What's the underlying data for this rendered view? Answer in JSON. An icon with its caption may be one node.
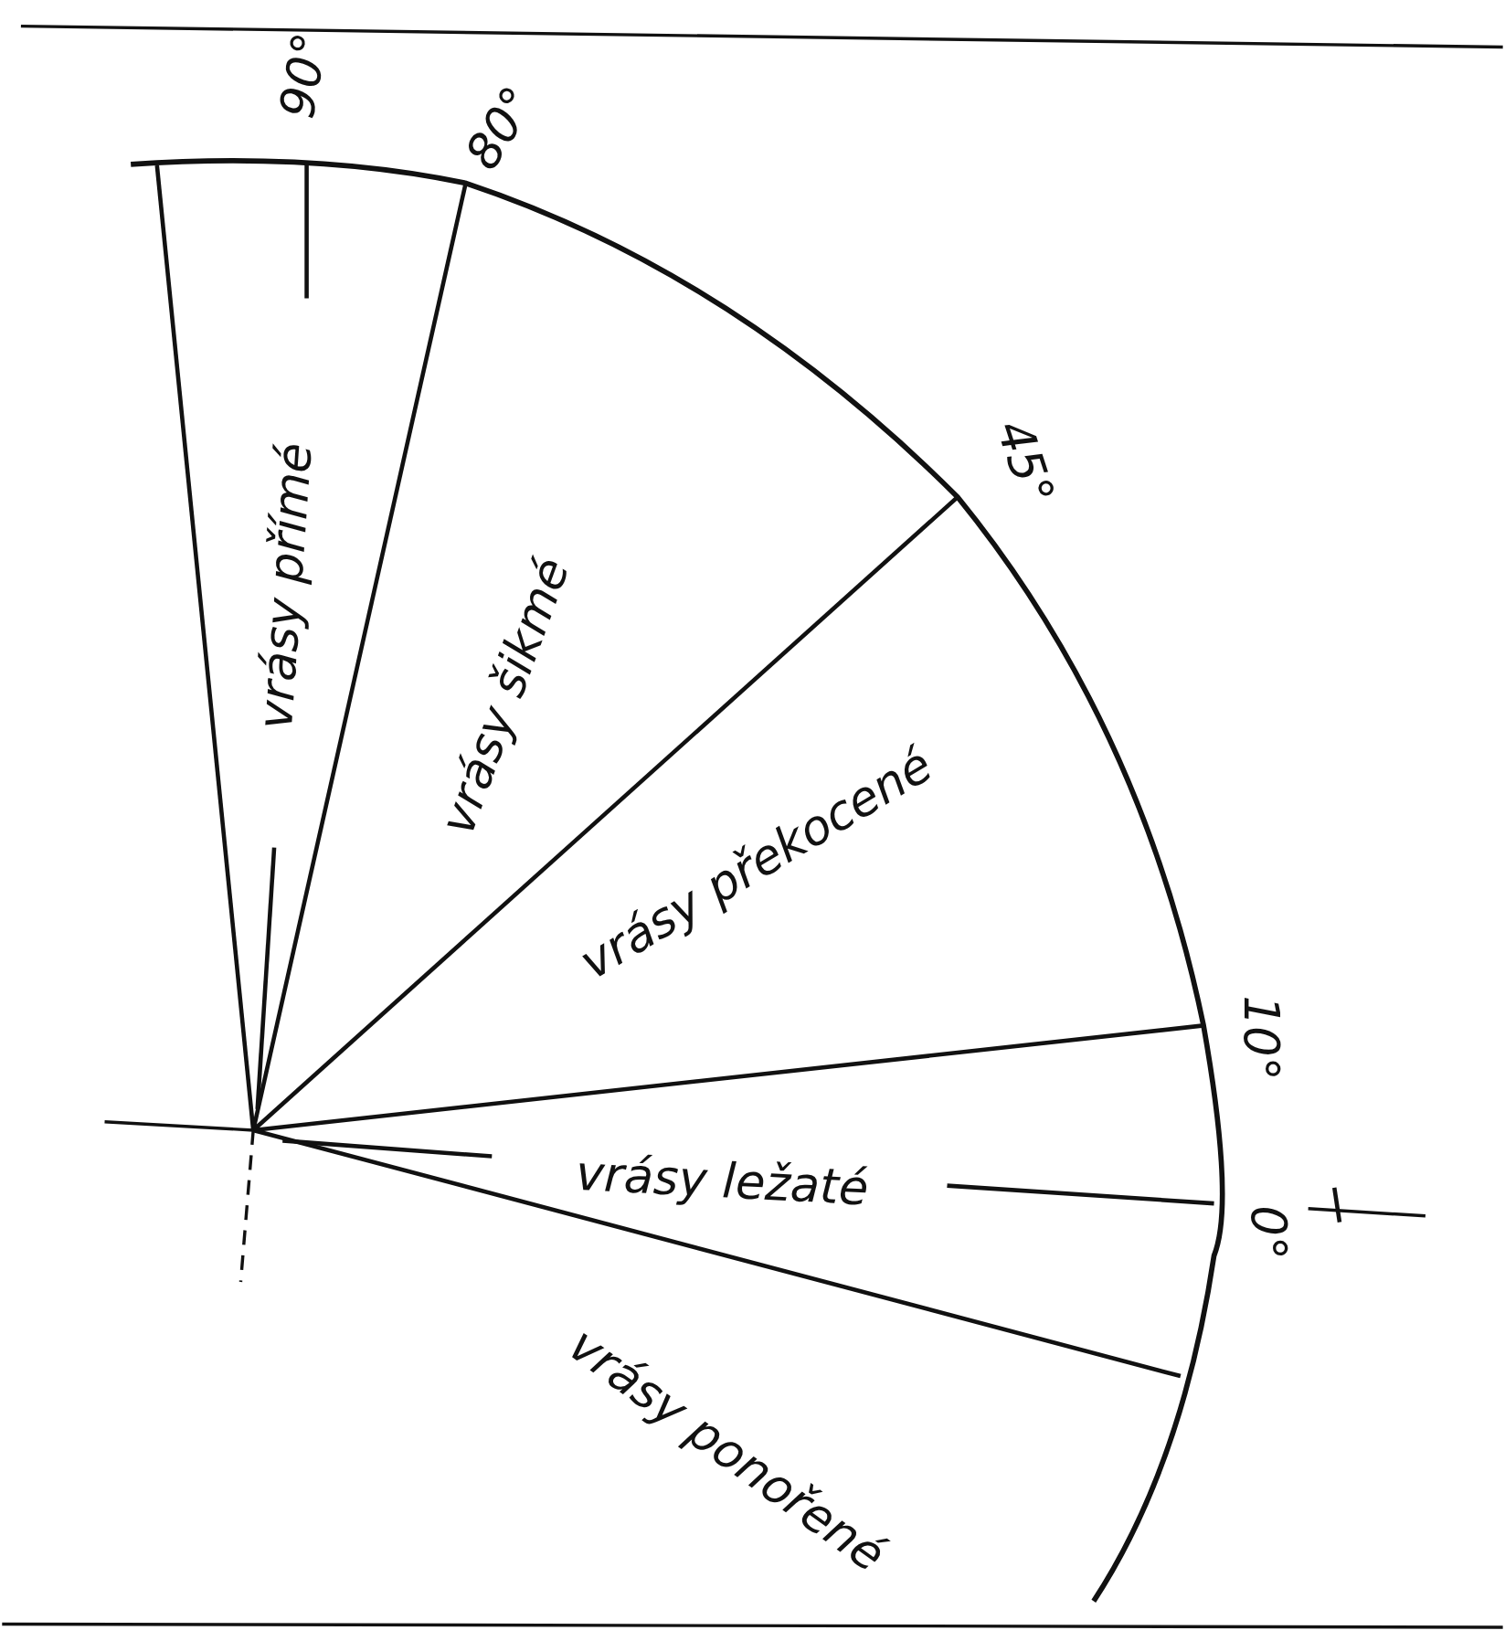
{
  "diagram": {
    "labels": [
      "90°",
      "80°",
      "45°",
      "vrásy přímé",
      "vrásy šikmé",
      "vrásy překocené",
      "10°",
      "vrásy ležaté",
      "0°",
      "vrásy ponořené"
    ]
  }
}
